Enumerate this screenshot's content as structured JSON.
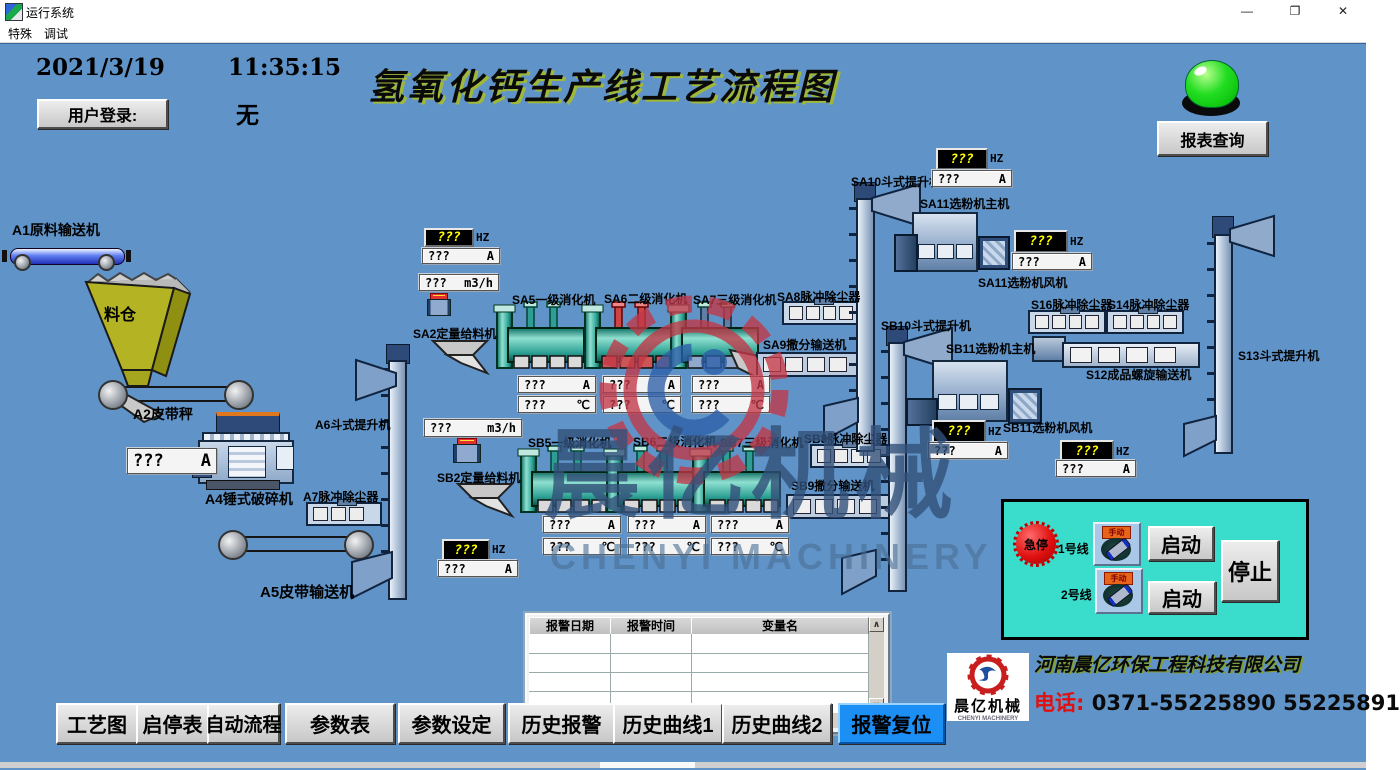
{
  "window": {
    "title": "运行系统",
    "min": "—",
    "restore": "❐",
    "close": "✕"
  },
  "menu": {
    "items": [
      "特殊",
      "调试"
    ]
  },
  "header": {
    "date": "2021/3/19",
    "time": "11:35:15",
    "login_button": "用户登录:",
    "login_value": "无",
    "title": "氢氧化钙生产线工艺流程图",
    "report_button": "报表查询"
  },
  "units": {
    "q": "???",
    "hz": "HZ",
    "a": "A",
    "c": "℃",
    "m3h": "m3/h"
  },
  "equip": {
    "a1": "A1原料输送机",
    "silo": "料仓",
    "a2": "A2皮带秤",
    "a4": "A4锤式破碎机",
    "a5": "A5皮带输送机",
    "a6": "A6斗式提升机",
    "a7": "A7脉冲除尘器",
    "sa2": "SA2定量给料机",
    "sb2": "SB2定量给料机",
    "sa5": "SA5一级消化机",
    "sa6": "SA6二级消化机",
    "sa7": "SA7三级消化机",
    "sb5": "SB5一级消化机",
    "sb6": "SB6二级消化机",
    "sb7": "SB7三级消化机",
    "sa8": "SA8脉冲除尘器",
    "sb8": "SB8脉冲除尘器",
    "sa9": "SA9撒分输送机",
    "sb9": "SB9撒分输送机",
    "sa10": "SA10斗式提升机",
    "sb10": "SB10斗式提升机",
    "sa11m": "SA11选粉机主机",
    "sa11f": "SA11选粉机风机",
    "sb11m": "SB11选粉机主机",
    "sb11f": "SB11选粉机风机",
    "s12": "S12成品螺旋输送机",
    "s13": "S13斗式提升机",
    "s14": "S14脉冲除尘器",
    "s16": "S16脉冲除尘器"
  },
  "alarm_table": {
    "headers": [
      "报警日期",
      "报警时间",
      "变量名"
    ]
  },
  "panel": {
    "estop": "急停",
    "line1": "1号线",
    "line2": "2号线",
    "start": "启动",
    "stop": "停止",
    "manual": "手动"
  },
  "nav": {
    "items": [
      "工艺图",
      "启停表",
      "自动流程",
      "参数表",
      "参数设定",
      "历史报警",
      "历史曲线1",
      "历史曲线2",
      "报警复位"
    ]
  },
  "company": {
    "logo_cn": "晨亿机械",
    "logo_en": "CHENYI MACHINERY",
    "name": "河南晨亿环保工程科技有限公司",
    "phone_label": "电话:",
    "phone": "0371-55225890 55225891"
  },
  "watermark": {
    "cn": "晨亿机械",
    "en": "CHENYI MACHINERY"
  },
  "colors": {
    "canvas": "#6094C8",
    "panel_cyan": "#3ADCCC",
    "alarm_reset_blue": "#1C8FF5",
    "lamp_green": "#22DD22"
  }
}
